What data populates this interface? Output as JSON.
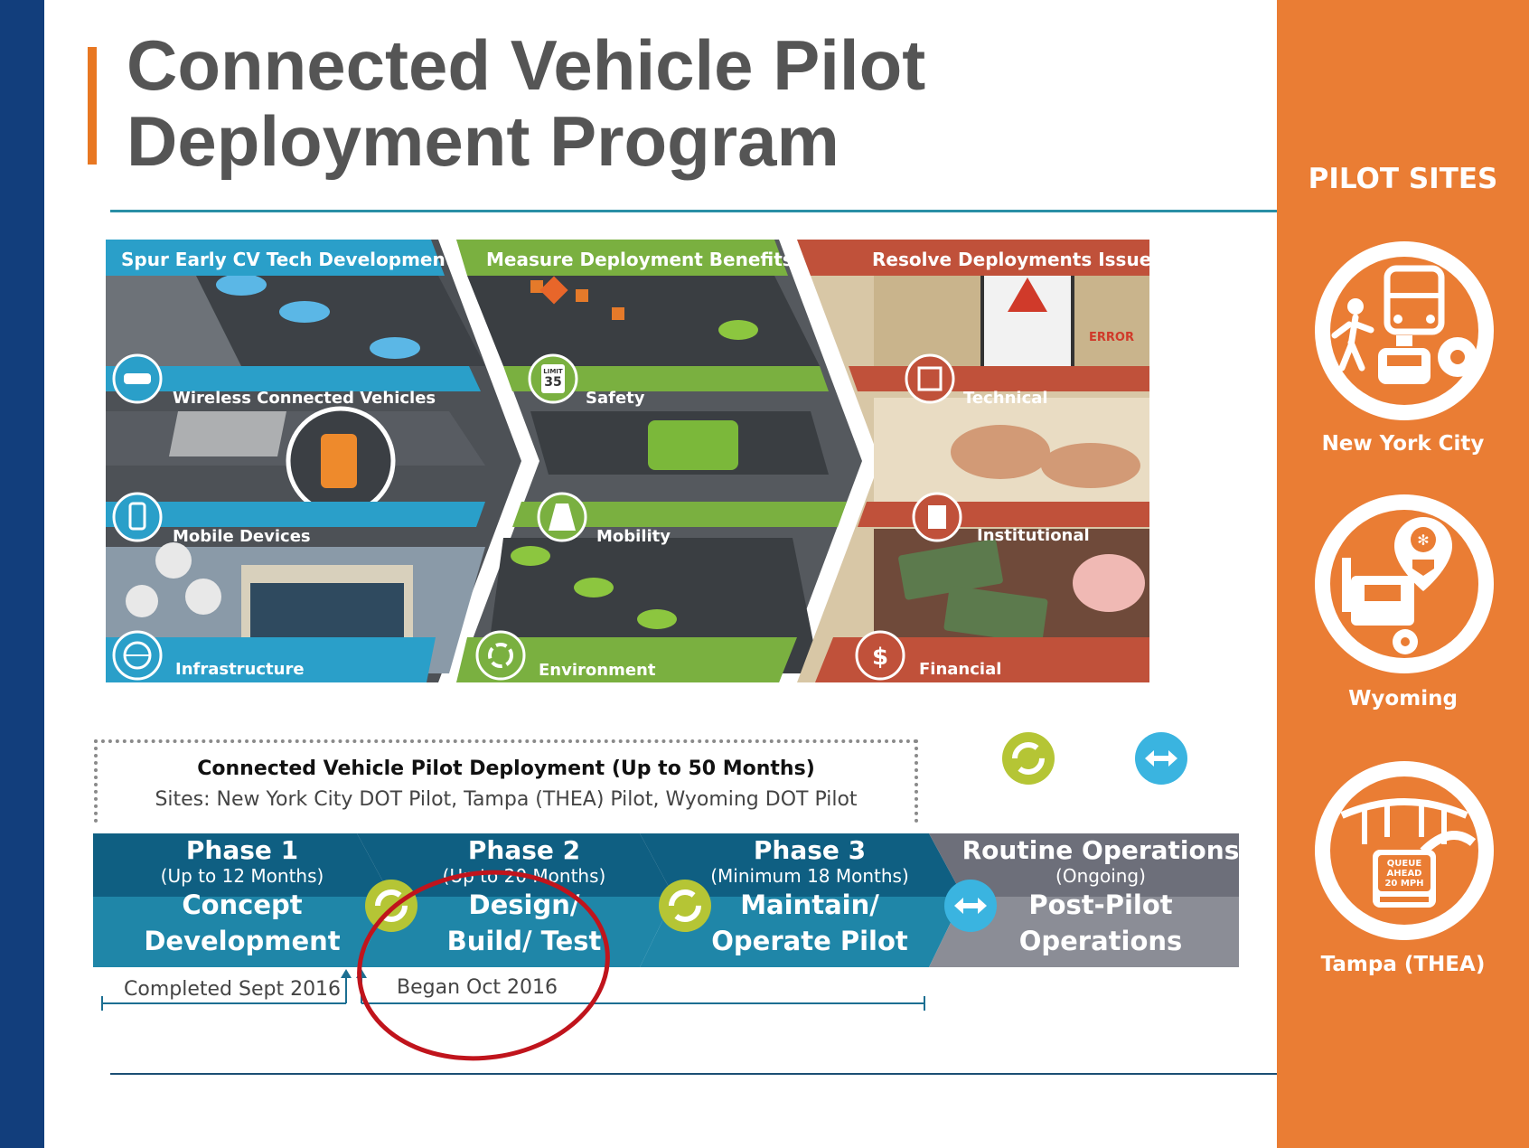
{
  "title": {
    "line1": "Connected Vehicle Pilot",
    "line2": "Deployment Program"
  },
  "sidebar": {
    "heading": "PILOT SITES",
    "sites": [
      {
        "label": "New York City",
        "icon": "nyc-transport-icon"
      },
      {
        "label": "Wyoming",
        "icon": "wyoming-truck-icon"
      },
      {
        "label": "Tampa (THEA)",
        "icon": "tampa-expressway-icon",
        "sign_text": [
          "QUEUE",
          "AHEAD",
          "20 MPH"
        ]
      }
    ]
  },
  "panels": [
    {
      "title": "Spur Early CV Tech Development",
      "color": "#2a9fc9",
      "items": [
        "Wireless Connected Vehicles",
        "Mobile Devices",
        "Infrastructure"
      ]
    },
    {
      "title": "Measure Deployment Benefits",
      "color": "#7ab040",
      "items": [
        "Safety",
        "Mobility",
        "Environment"
      ],
      "speed_sign": [
        "LIMIT",
        "35"
      ]
    },
    {
      "title": "Resolve Deployments Issues",
      "color": "#c0513a",
      "items": [
        "Technical",
        "Institutional",
        "Financial"
      ],
      "error_text": "ERROR"
    }
  ],
  "timeline": {
    "box_title": "Connected Vehicle Pilot Deployment (Up to 50 Months)",
    "box_sites": "Sites: New York City DOT Pilot, Tampa (THEA) Pilot, Wyoming DOT Pilot",
    "phases": [
      {
        "title": "Phase 1",
        "sub": "(Up to 12 Months)",
        "body1": "Concept",
        "body2": "Development"
      },
      {
        "title": "Phase 2",
        "sub": "(Up to 20 Months)",
        "body1": "Design/",
        "body2": "Build/ Test"
      },
      {
        "title": "Phase 3",
        "sub": "(Minimum 18 Months)",
        "body1": "Maintain/",
        "body2": "Operate Pilot"
      },
      {
        "title": "Routine Operations",
        "sub": "(Ongoing)",
        "body1": "Post-Pilot",
        "body2": "Operations"
      }
    ],
    "notes": {
      "completed": "Completed Sept 2016",
      "began": "Began Oct 2016"
    },
    "colors": {
      "phase_dark": "#0f5f82",
      "phase_light": "#1f86a8",
      "routine_dark": "#6d6f7a",
      "routine_light": "#8b8d96",
      "cycle": "#b5c535",
      "arrow": "#3ab4e0",
      "highlight": "#c0141c"
    }
  }
}
